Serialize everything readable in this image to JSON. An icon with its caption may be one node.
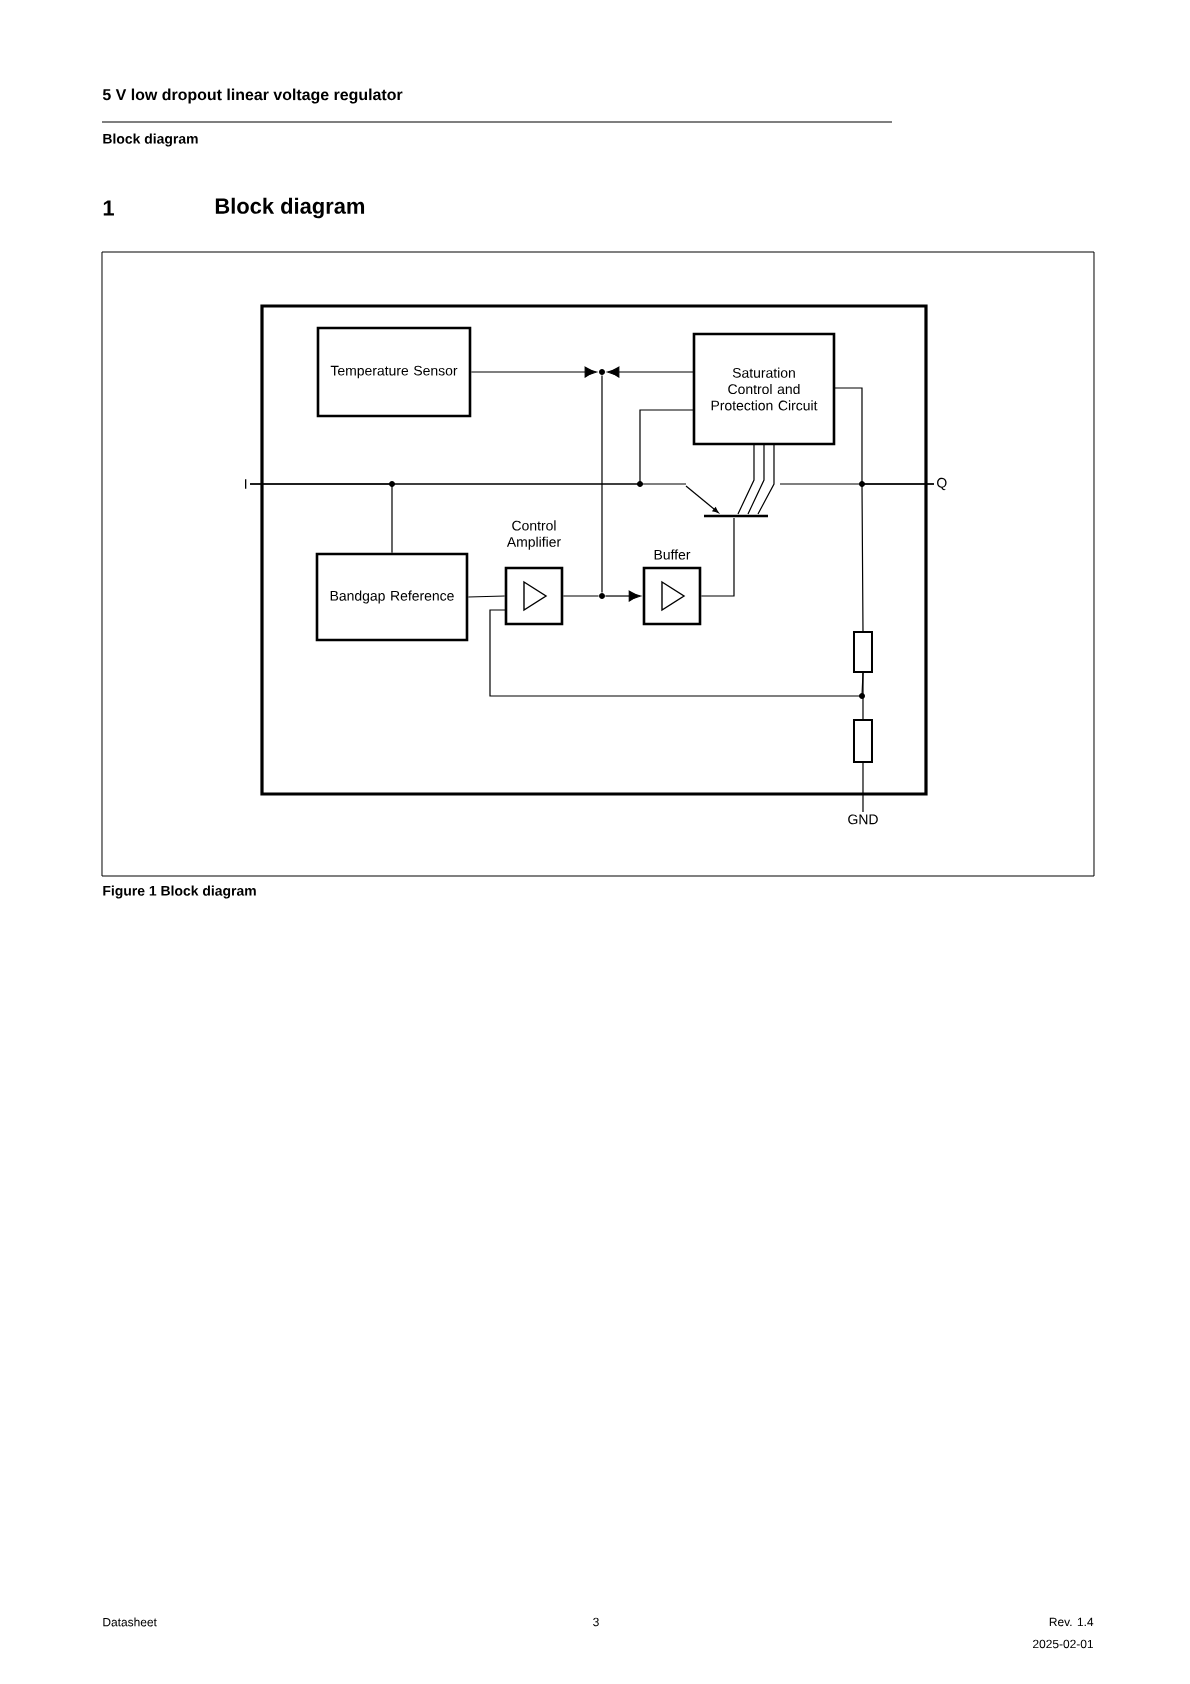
{
  "diagram": {
    "title": "Block diagram",
    "caption": "Figure 1 Block diagram",
    "nodes": [
      {
        "text": [
          "Temperature Sensor"
        ]
      },
      {
        "text": [
          "Saturation Control and Protection Circuit"
        ]
      },
      {
        "text": [
          "Bandgap Reference"
        ]
      },
      {
        "text": [
          "Control Amplifier"
        ]
      },
      {
        "text": [
          "Buffer"
        ]
      },
      {
        "text": [
          "I"
        ]
      },
      {
        "text": [
          "Q"
        ]
      },
      {
        "text": [
          "GND"
        ]
      },
      {
        "text": [],
        "shape": "transistor"
      },
      {
        "text": [],
        "shape": "resistor"
      },
      {
        "text": [],
        "shape": "resistor"
      },
      {
        "text": [],
        "shape": "circle"
      },
      {
        "text": [],
        "shape": "circle"
      }
    ],
    "edges": [
      {
        "from": 0,
        "to": 11,
        "arrow": "to"
      },
      {
        "from": 1,
        "to": 11,
        "arrow": "to"
      },
      {
        "from": 11,
        "to": 12,
        "arrow": "none"
      },
      {
        "from": 3,
        "to": 12,
        "arrow": "none"
      },
      {
        "from": 12,
        "to": 4,
        "arrow": "to"
      },
      {
        "from": 1,
        "to": 5,
        "arrow": "none"
      },
      {
        "from": 1,
        "to": 8,
        "arrow": "none"
      },
      {
        "from": 1,
        "to": 6,
        "arrow": "none"
      },
      {
        "from": 5,
        "to": 8,
        "arrow": "none"
      },
      {
        "from": 8,
        "to": 6,
        "arrow": "none"
      },
      {
        "from": 5,
        "to": 2,
        "arrow": "none"
      },
      {
        "from": 2,
        "to": 3,
        "arrow": "none"
      },
      {
        "from": 4,
        "to": 8,
        "arrow": "none"
      },
      {
        "from": 6,
        "to": 9,
        "arrow": "none"
      },
      {
        "from": 9,
        "to": 10,
        "arrow": "none"
      },
      {
        "from": 10,
        "to": 7,
        "arrow": "none"
      },
      {
        "from": 9,
        "to": 3,
        "arrow": "none"
      }
    ],
    "labels": [
      "5 V low dropout linear voltage regulator",
      "Block diagram",
      "1",
      "Datasheet",
      "3",
      "Rev. 1.4",
      "2025-02-01"
    ]
  }
}
